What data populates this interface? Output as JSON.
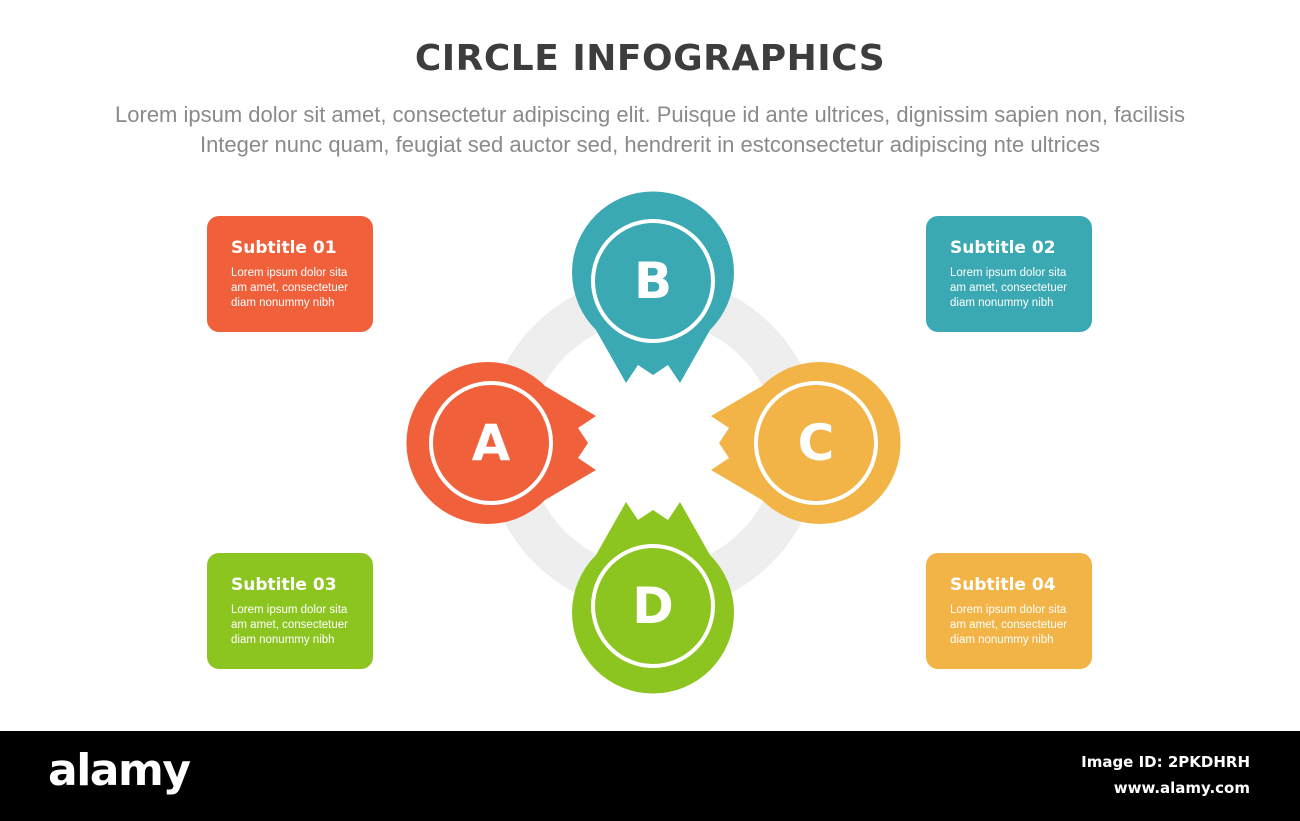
{
  "header": {
    "title": "CIRCLE INFOGRAPHICS",
    "description_line1": "Lorem ipsum dolor sit amet, consectetur adipiscing elit. Puisque id ante ultrices, dignissim sapien non, facilisis",
    "description_line2": "Integer nunc quam, feugiat sed auctor sed, hendrerit in estconsectetur adipiscing nte ultrices"
  },
  "cards": [
    {
      "title": "Subtitle 01",
      "line1": "Lorem ipsum dolor sita",
      "line2": "am amet, consectetuer",
      "line3": "diam nonummy  nibh",
      "color": "#f0603a"
    },
    {
      "title": "Subtitle 02",
      "line1": "Lorem ipsum dolor sita",
      "line2": "am amet, consectetuer",
      "line3": "diam nonummy  nibh",
      "color": "#3ba9b3"
    },
    {
      "title": "Subtitle 03",
      "line1": "Lorem ipsum dolor sita",
      "line2": "am amet, consectetuer",
      "line3": "diam nonummy  nibh",
      "color": "#8cc520"
    },
    {
      "title": "Subtitle 04",
      "line1": "Lorem ipsum dolor sita",
      "line2": "am amet, consectetuer",
      "line3": "diam nonummy  nibh",
      "color": "#f2b446"
    }
  ],
  "nodes": {
    "a": {
      "letter": "A",
      "color": "#f0603a"
    },
    "b": {
      "letter": "B",
      "color": "#3ba9b3"
    },
    "c": {
      "letter": "C",
      "color": "#f2b446"
    },
    "d": {
      "letter": "D",
      "color": "#8cc520"
    }
  },
  "ring_color": "#eeeeee",
  "footer": {
    "brand": "alamy",
    "image_id": "Image ID: 2PKDHRH",
    "site": "www.alamy.com"
  }
}
